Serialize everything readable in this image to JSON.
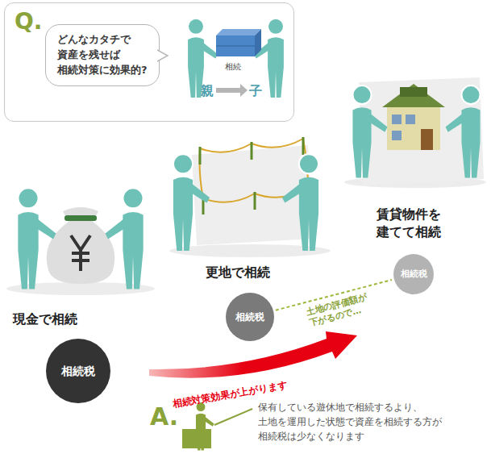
{
  "diagram": {
    "nodes": [
      {
        "text": [
          "Q."
        ]
      },
      {
        "text": [
          "どんなカタチで 資産を残せば 相続対策に効果的?"
        ],
        "in": 0
      },
      {
        "text": [
          "相続税"
        ]
      },
      {
        "text": [
          "相続税"
        ]
      },
      {
        "text": [
          "相続税"
        ]
      }
    ],
    "edges": [
      {
        "from": 3,
        "to": 4,
        "arrow": "none",
        "label": "土地の評価額が 下がるので…"
      }
    ],
    "labels": [
      "相続",
      "親",
      "子",
      "現金で相続",
      "更地で相続",
      "賃貸物件を 建てて相続",
      "相続対策効果が上がります",
      "A.",
      "保有している遊休地で相続するより、 土地を運用した状態で資産を相続する方が 相続税は少なくなります"
    ]
  }
}
